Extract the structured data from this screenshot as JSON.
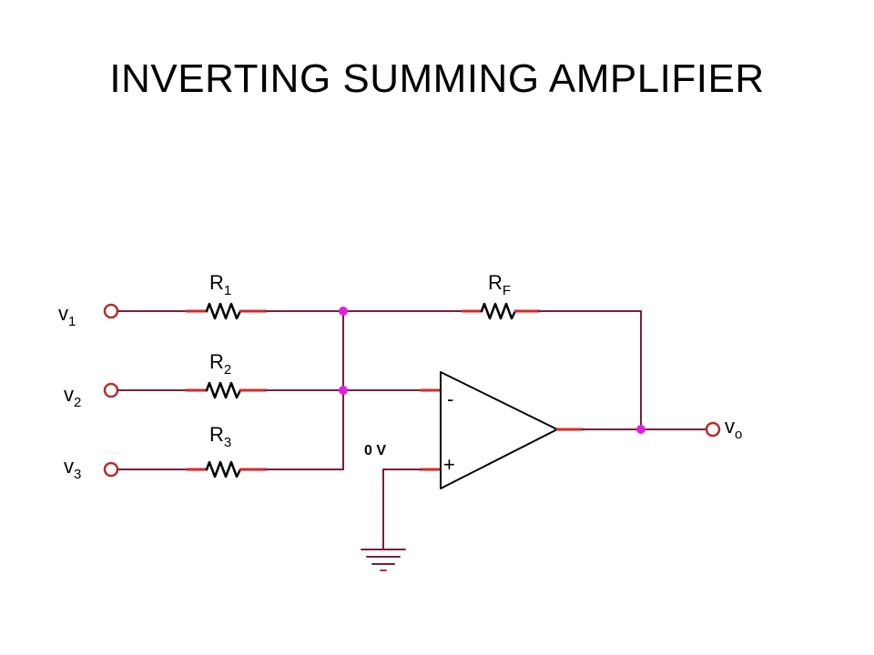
{
  "title": "INVERTING SUMMING AMPLIFIER",
  "colors": {
    "wire": "#7a1f3d",
    "resistor_lead": "#d42a2a",
    "node": "#e020e0",
    "symbol": "#000000",
    "terminal": "#b03030"
  },
  "inputs": [
    {
      "main": "v",
      "sub": "1"
    },
    {
      "main": "v",
      "sub": "2"
    },
    {
      "main": "v",
      "sub": "3"
    }
  ],
  "resistors": [
    {
      "main": "R",
      "sub": "1"
    },
    {
      "main": "R",
      "sub": "2"
    },
    {
      "main": "R",
      "sub": "3"
    }
  ],
  "feedback_resistor": {
    "main": "R",
    "sub": "F"
  },
  "opamp": {
    "inverting_label": "-",
    "noninverting_label": "+"
  },
  "reference_label": "0 V",
  "output": {
    "main": "v",
    "sub": "o"
  },
  "icons": [
    "resistor-icon",
    "op-amp-icon",
    "ground-icon",
    "terminal-icon"
  ]
}
